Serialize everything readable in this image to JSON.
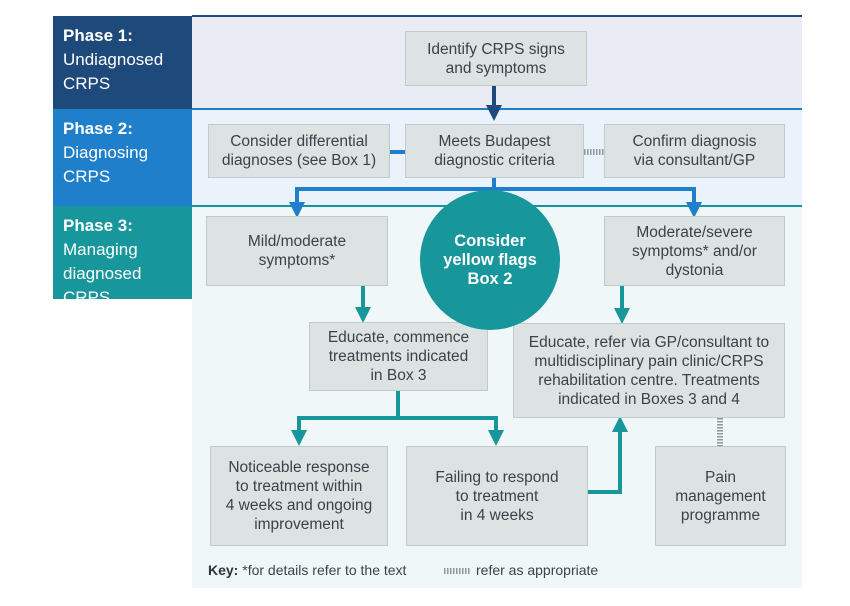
{
  "phases": [
    {
      "title": "Phase 1:",
      "sub_lines": [
        "Undiagnosed",
        "CRPS"
      ]
    },
    {
      "title": "Phase 2:",
      "sub_lines": [
        "Diagnosing",
        "CRPS"
      ]
    },
    {
      "title": "Phase 3:",
      "sub_lines": [
        "Managing",
        "diagnosed CRPS"
      ]
    }
  ],
  "boxes": {
    "identify": [
      "Identify CRPS signs",
      "and symptoms"
    ],
    "differential": [
      "Consider differential",
      "diagnoses (see Box 1)"
    ],
    "budapest": [
      "Meets Budapest",
      "diagnostic criteria"
    ],
    "confirm": [
      "Confirm diagnosis",
      "via consultant/GP"
    ],
    "mild": [
      "Mild/moderate",
      "symptoms*"
    ],
    "moderate_severe": [
      "Moderate/severe",
      "symptoms* and/or",
      "dystonia"
    ],
    "educate_commence": [
      "Educate, commence",
      "treatments indicated",
      "in Box 3"
    ],
    "educate_refer": [
      "Educate, refer via GP/consultant to",
      "multidisciplinary pain clinic/CRPS",
      "rehabilitation centre. Treatments",
      "indicated in Boxes 3 and 4"
    ],
    "noticeable": [
      "Noticeable response",
      "to treatment within",
      "4 weeks and ongoing",
      "improvement"
    ],
    "failing": [
      "Failing to respond",
      "to treatment",
      "in 4 weeks"
    ],
    "pain_mgmt": [
      "Pain",
      "management",
      "programme"
    ]
  },
  "circle": [
    "Consider",
    "yellow flags",
    "Box 2"
  ],
  "key": {
    "label": "Key:",
    "text": " *for details refer to the text",
    "dashed_text": "refer as appropriate"
  },
  "colors": {
    "phase1": "#1d4a7a",
    "phase2": "#1f7fcb",
    "phase3": "#17969c",
    "box_fill": "#dde2e3",
    "arrow_blue_dark": "#1d4a7a",
    "arrow_blue": "#1f7fcb",
    "arrow_teal": "#17969c"
  }
}
